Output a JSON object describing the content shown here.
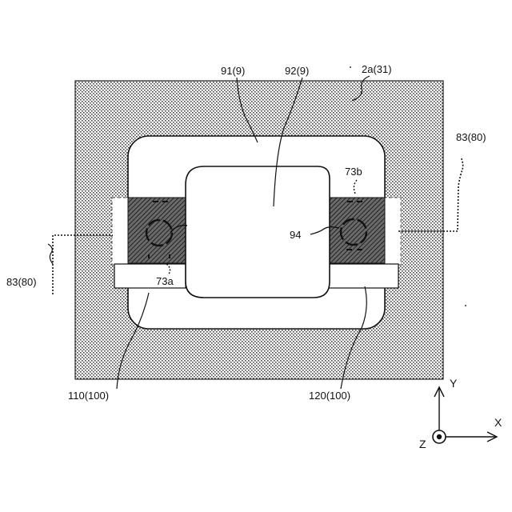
{
  "labels": {
    "frame_91": "91(9)",
    "frame_92": "92(9)",
    "substrate": "2a(31)",
    "conductor_right": "83(80)",
    "conductor_left": "83(80)",
    "terminal_73a": "73a",
    "terminal_73b": "73b",
    "element_94": "94",
    "lead_110": "110(100)",
    "lead_120": "120(100)"
  },
  "axes": {
    "y": "Y",
    "x": "X",
    "z": "Z"
  }
}
